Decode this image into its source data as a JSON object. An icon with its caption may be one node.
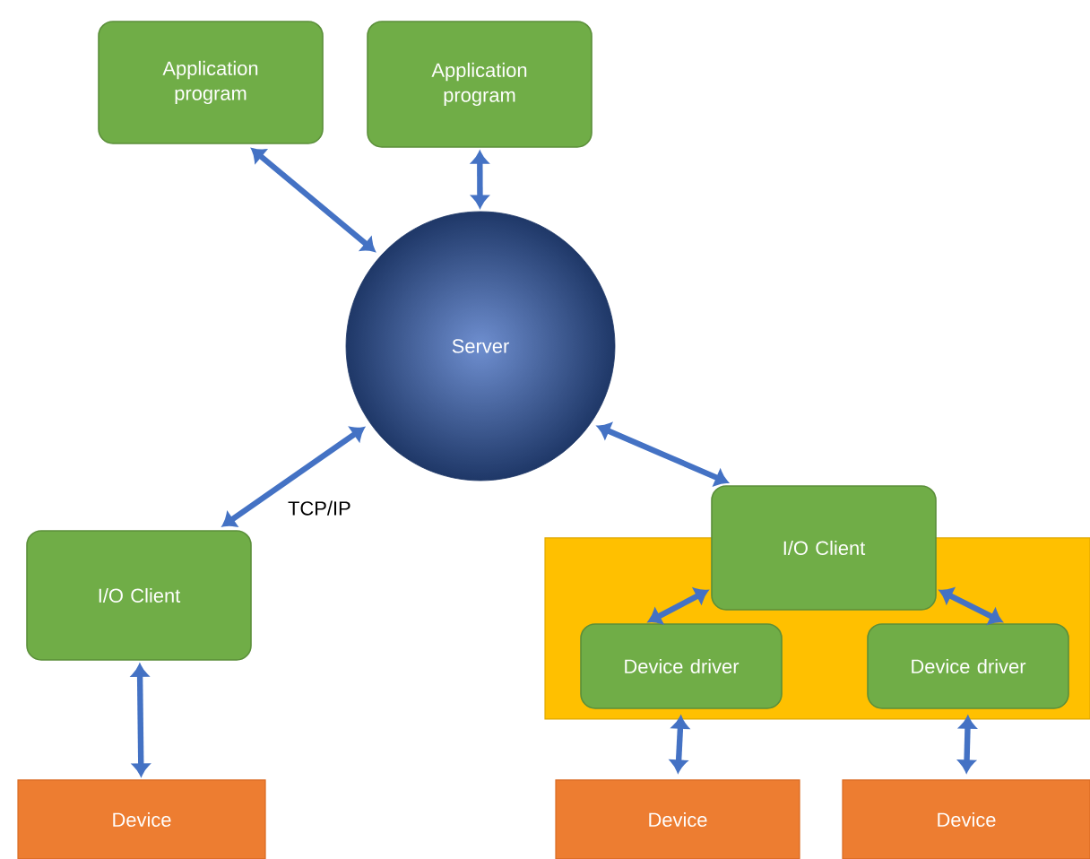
{
  "diagram": {
    "nodes": [
      {
        "text": [
          "Application program"
        ]
      },
      {
        "text": [
          "Application program"
        ]
      },
      {
        "text": [
          "Server"
        ]
      },
      {
        "text": [
          "I/O Client"
        ]
      },
      {
        "text": [],
        "shape": "box"
      },
      {
        "text": [
          "I/O Client"
        ]
      },
      {
        "text": [
          "Device driver"
        ],
        "in": 4
      },
      {
        "text": [
          "Device driver"
        ],
        "in": 4
      },
      {
        "text": [
          "Device"
        ]
      },
      {
        "text": [
          "Device"
        ]
      },
      {
        "text": [
          "Device"
        ]
      }
    ],
    "edges": [
      {
        "from": 0,
        "to": 2,
        "arrow": "both"
      },
      {
        "from": 1,
        "to": 2,
        "arrow": "both"
      },
      {
        "from": 3,
        "to": 2,
        "arrow": "both",
        "label": "TCP/IP"
      },
      {
        "from": 2,
        "to": 5,
        "arrow": "both"
      },
      {
        "from": 5,
        "to": 6,
        "arrow": "both"
      },
      {
        "from": 5,
        "to": 7,
        "arrow": "both"
      },
      {
        "from": 3,
        "to": 8,
        "arrow": "both"
      },
      {
        "from": 6,
        "to": 9,
        "arrow": "both"
      },
      {
        "from": 7,
        "to": 10,
        "arrow": "both"
      }
    ]
  }
}
